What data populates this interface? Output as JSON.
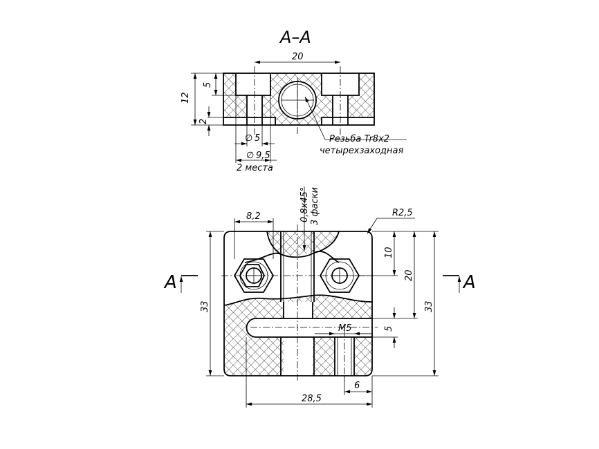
{
  "section_view": {
    "title": "А–А",
    "dim_pitch": "20",
    "dim_height": "12",
    "dim_counterbore_depth": "5",
    "dim_bottom": "2",
    "dim_hole": "5",
    "dim_counterbore": "9,5",
    "dim_hole_symbol": "∅",
    "note_count": "2 места",
    "thread_note_line1": "Резьба  Tr8x2",
    "thread_note_line2": "четырехзаходная"
  },
  "plan_view": {
    "dim_chamfer": "0,8х45°",
    "dim_chamfer_count": "3 фаски",
    "dim_width_left": "8,2",
    "dim_radius": "R2,5",
    "dim_10": "10",
    "dim_20": "20",
    "dim_33_right": "33",
    "dim_33_left": "33",
    "dim_5": "5",
    "dim_thread": "M5",
    "dim_6": "6",
    "dim_overall": "28,5",
    "cut_label_left": "А",
    "cut_label_right": "А"
  }
}
